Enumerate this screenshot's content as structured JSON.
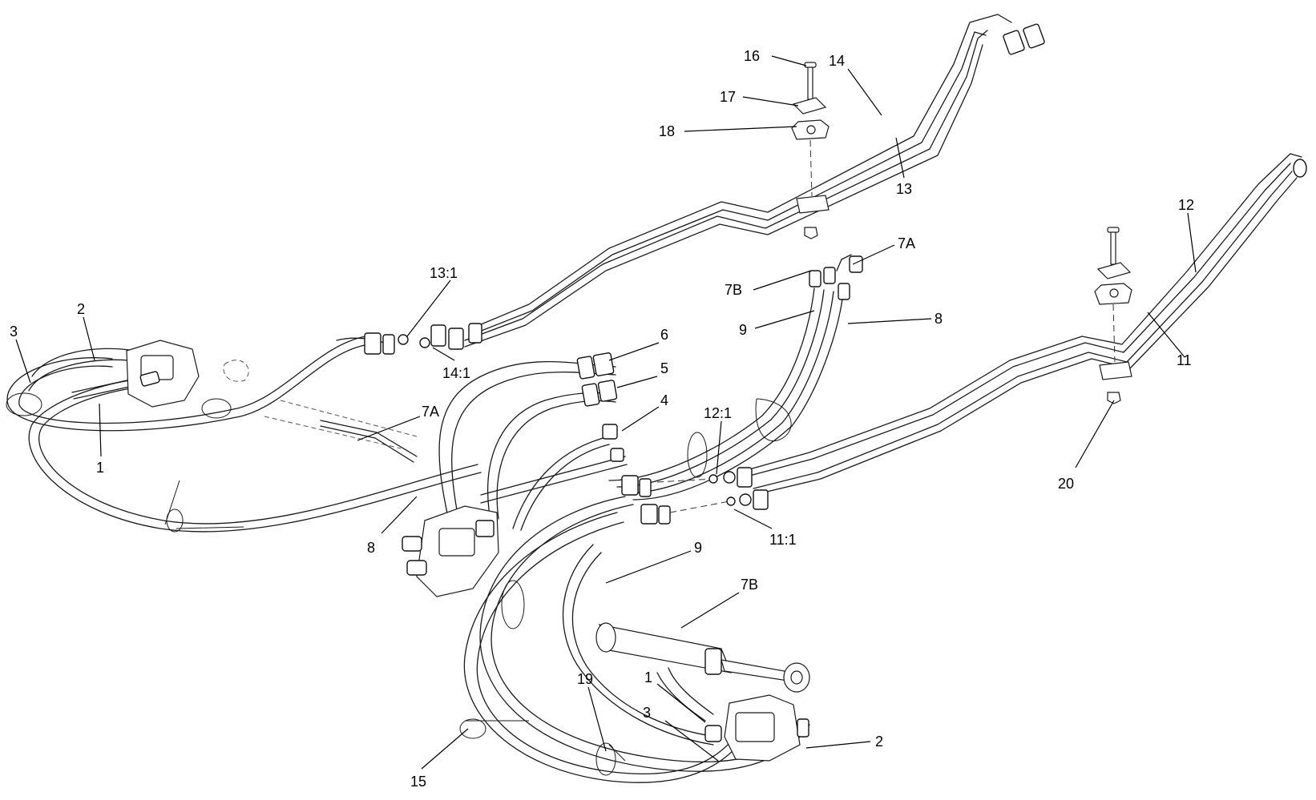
{
  "callouts": [
    {
      "id": "c16",
      "text": "16"
    },
    {
      "id": "c14",
      "text": "14"
    },
    {
      "id": "c17",
      "text": "17"
    },
    {
      "id": "c18",
      "text": "18"
    },
    {
      "id": "c13",
      "text": "13"
    },
    {
      "id": "c12",
      "text": "12"
    },
    {
      "id": "c7a_top",
      "text": "7A"
    },
    {
      "id": "c7b_top",
      "text": "7B"
    },
    {
      "id": "c13_1",
      "text": "13:1"
    },
    {
      "id": "c9_top",
      "text": "9"
    },
    {
      "id": "c8_top",
      "text": "8"
    },
    {
      "id": "c11",
      "text": "11"
    },
    {
      "id": "c2_left",
      "text": "2"
    },
    {
      "id": "c3_left",
      "text": "3"
    },
    {
      "id": "c6",
      "text": "6"
    },
    {
      "id": "c14_1",
      "text": "14:1"
    },
    {
      "id": "c5",
      "text": "5"
    },
    {
      "id": "c7a_mid",
      "text": "7A"
    },
    {
      "id": "c4",
      "text": "4"
    },
    {
      "id": "c12_1",
      "text": "12:1"
    },
    {
      "id": "c1_left",
      "text": "1"
    },
    {
      "id": "c20",
      "text": "20"
    },
    {
      "id": "c11_1",
      "text": "11:1"
    },
    {
      "id": "c8_mid",
      "text": "8"
    },
    {
      "id": "c9_mid",
      "text": "9"
    },
    {
      "id": "c7b_mid",
      "text": "7B"
    },
    {
      "id": "c19",
      "text": "19"
    },
    {
      "id": "c1_bottom",
      "text": "1"
    },
    {
      "id": "c3_bottom",
      "text": "3"
    },
    {
      "id": "c2_bottom",
      "text": "2"
    },
    {
      "id": "c15",
      "text": "15"
    }
  ]
}
